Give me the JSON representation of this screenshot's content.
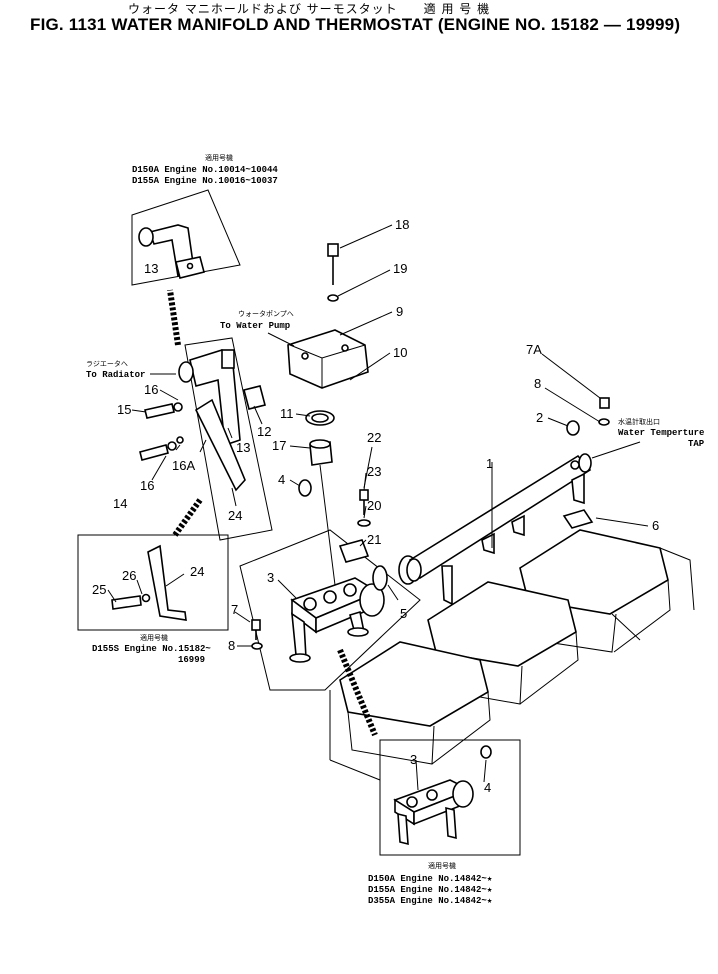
{
  "header": {
    "jp_title": "ウォータ マニホールドおよび サーモスタット　　適 用 号 機",
    "title": "FIG. 1131 WATER MANIFOLD AND THERMOSTAT (ENGINE NO. 15182 — 19999)"
  },
  "inset_top": {
    "jp_caption": "適用号機",
    "lines": [
      "D150A Engine No.10014~10044",
      "D155A Engine No.10016~10037"
    ]
  },
  "inset_left": {
    "jp_caption": "適用号機",
    "line1": "D155S Engine No.15182~",
    "line2": "16999"
  },
  "inset_bottom": {
    "jp_caption": "適用号機",
    "lines": [
      "D150A Engine No.14842~★",
      "D155A Engine No.14842~★",
      "D355A Engine No.14842~★"
    ]
  },
  "notes": {
    "water_pump_jp": "ウォータポンプへ",
    "water_pump": "To Water Pump",
    "radiator_jp": "ラジエータへ",
    "radiator": "To Radiator",
    "temp_jp": "水温計取出口",
    "temp_line1": "Water Temperture",
    "temp_line2": "TAP"
  },
  "callouts": {
    "p1": "1",
    "p2": "2",
    "p3": "3",
    "p3b": "3",
    "p4": "4",
    "p4b": "4",
    "p5": "5",
    "p6": "6",
    "p7": "7",
    "p7a": "7A",
    "p8": "8",
    "p8b": "8",
    "p9": "9",
    "p10": "10",
    "p11": "11",
    "p12": "12",
    "p13": "13",
    "p13b": "13",
    "p14": "14",
    "p15": "15",
    "p16": "16",
    "p16b": "16",
    "p16a": "16A",
    "p17": "17",
    "p18": "18",
    "p19": "19",
    "p20": "20",
    "p21": "21",
    "p22": "22",
    "p23": "23",
    "p24": "24",
    "p24b": "24",
    "p25": "25",
    "p26": "26"
  }
}
